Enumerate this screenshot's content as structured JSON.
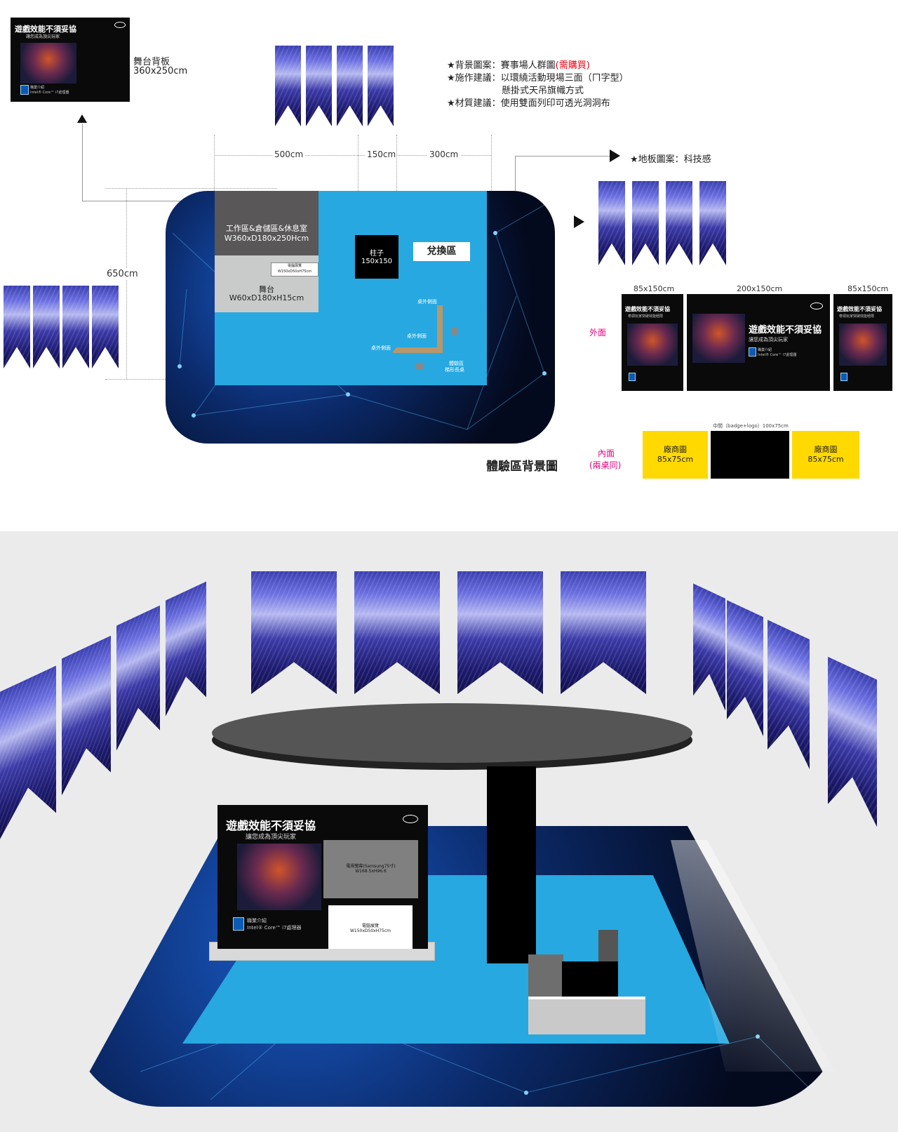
{
  "stage_backdrop": {
    "title": "遊戲效能不須妥協",
    "subtitle": "讓您成為頂尖玩家",
    "intro": "職業介紹",
    "product": "Intel® Core™ i7處理器",
    "label": "舞台背板",
    "size": "360x250cm"
  },
  "notes": {
    "bg_pattern": "★背景圖案：賽事場人群圖",
    "bg_pattern_note": "(需購買)",
    "construction": "★施作建議：以環繞活動現場三面（ㄇ字型）",
    "construction2": "懸掛式天吊旗幟方式",
    "material": "★材質建議：使用雙面列印可透光洞洞布",
    "floor": "★地板圖案：科技感"
  },
  "dimensions": {
    "d1": "500cm",
    "d2": "150cm",
    "d3": "300cm",
    "depth": "650cm"
  },
  "floor_plan": {
    "work_area": "工作區&倉儲區&休息室",
    "work_size": "W360xD180x250Hcm",
    "pc_cabinet": "電腦展覽",
    "pc_cabinet_size": "W150xD50xH75cm",
    "stage": "舞台",
    "stage_size": "W60xD180xH15cm",
    "pillar": "柱子",
    "pillar_size": "150x150",
    "exchange": "兌換區",
    "desk_side_1": "桌外側面",
    "desk_side_2": "桌外側面",
    "desk_side_3": "桌外側面",
    "desk_label": "體驗區",
    "desk_label2": "梯形長桌",
    "title": "體驗區背景圖"
  },
  "panels": {
    "outer_label": "外面",
    "inner_label": "內面",
    "inner_note": "(兩桌同)",
    "side_size": "85x150cm",
    "center_size": "200x150cm",
    "side_size_r": "85x150cm",
    "side_title": "遊戲效能不須妥協",
    "side_sub": "帶領玩家突破效能極限",
    "center_title": "遊戲效能不須妥協",
    "center_sub": "讓您成為頂尖玩家",
    "center_intro": "職業介紹",
    "center_product": "Intel® Core™ i7處理器",
    "inner_center": "中間（badge+logo）100x75cm",
    "vendor_left": "廠商圖",
    "vendor_left_size": "85x75cm",
    "vendor_right": "廠商圖",
    "vendor_right_size": "85x75cm"
  },
  "render": {
    "backdrop_title": "遊戲效能不須妥協",
    "backdrop_sub": "讓您成為頂尖玩家",
    "backdrop_intro": "職業介紹",
    "backdrop_product": "Intel® Core™ i7處理器",
    "tv_label": "電視螢幕(Samsung75寸)",
    "tv_size": "W168.5xH96.6",
    "pc_label": "電腦展覽",
    "pc_size": "W150xD50xH75cm"
  },
  "colors": {
    "floor_blue": "#27a8e0",
    "vendor_yellow": "#ffd900",
    "accent_red": "#e6007e"
  }
}
